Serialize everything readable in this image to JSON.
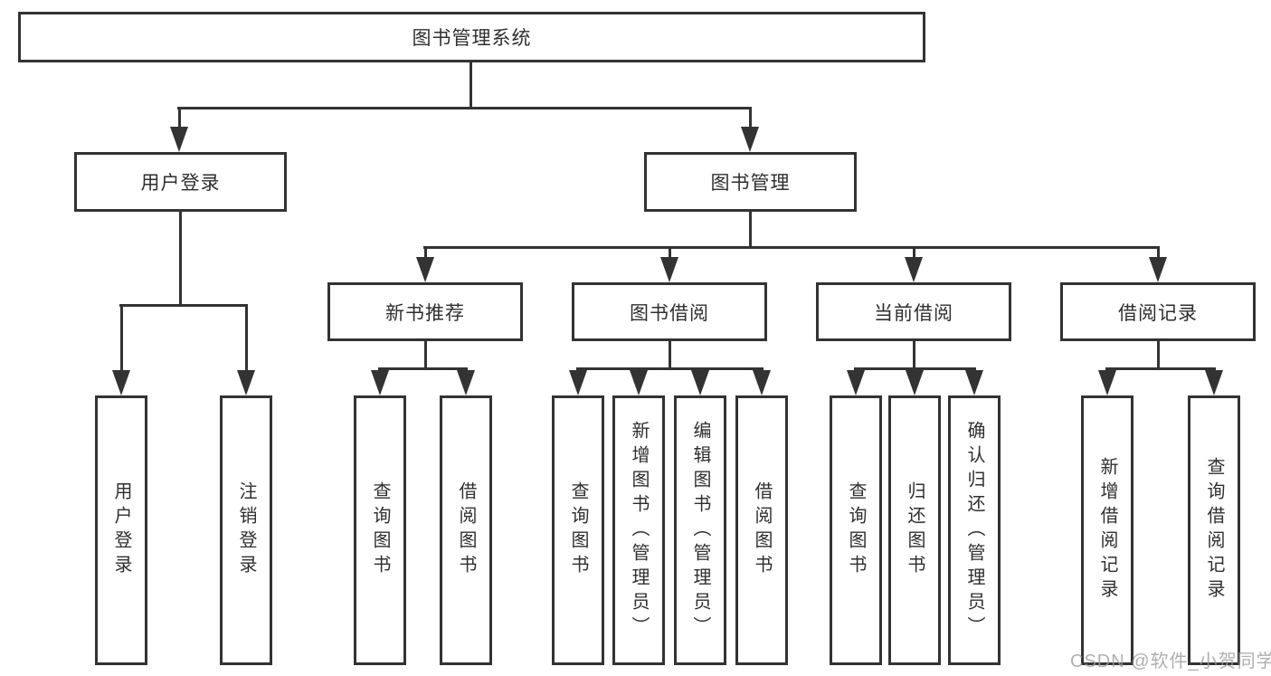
{
  "diagram_type": "tree-diagram",
  "tree": {
    "label": "图书管理系统",
    "children": [
      {
        "label": "用户登录",
        "children": [
          {
            "label": "用户登录"
          },
          {
            "label": "注销登录"
          }
        ]
      },
      {
        "label": "图书管理",
        "children": [
          {
            "label": "新书推荐",
            "children": [
              {
                "label": "查询图书"
              },
              {
                "label": "借阅图书"
              }
            ]
          },
          {
            "label": "图书借阅",
            "children": [
              {
                "label": "查询图书"
              },
              {
                "label": "新增图书（管理员）"
              },
              {
                "label": "编辑图书（管理员）"
              },
              {
                "label": "借阅图书"
              }
            ]
          },
          {
            "label": "当前借阅",
            "children": [
              {
                "label": "查询图书"
              },
              {
                "label": "归还图书"
              },
              {
                "label": "确认归还（管理员）"
              }
            ]
          },
          {
            "label": "借阅记录",
            "children": [
              {
                "label": "新增借阅记录"
              },
              {
                "label": "查询借阅记录"
              }
            ]
          }
        ]
      }
    ]
  },
  "watermark": {
    "text": "CSDN @软件_小贺同学"
  },
  "colors": {
    "line": "#333333",
    "box_border": "#333333",
    "text": "#2f2f2f",
    "background": "#ffffff",
    "watermark": "#9c9c9c"
  }
}
